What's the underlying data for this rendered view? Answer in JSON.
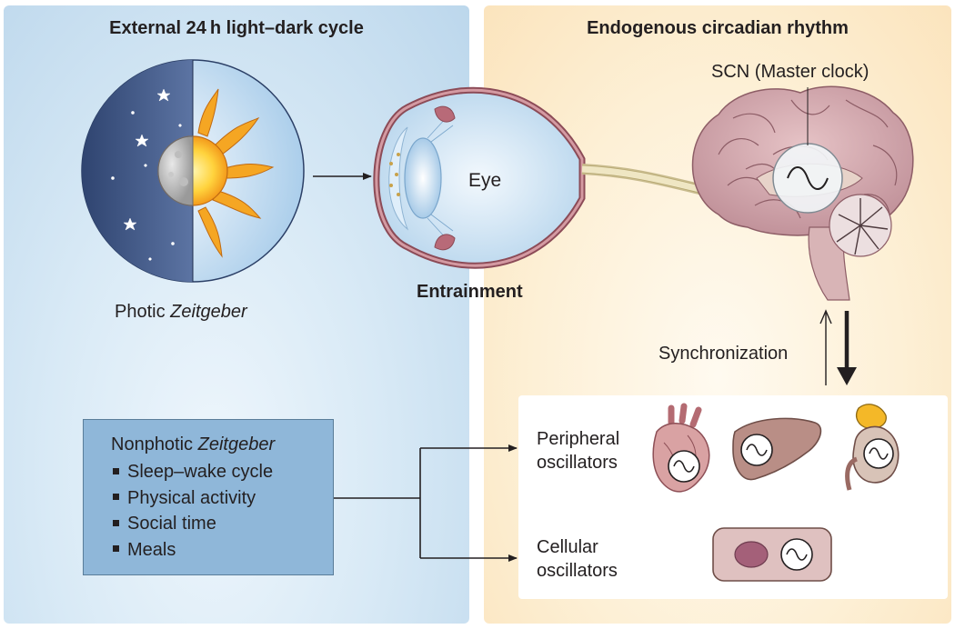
{
  "panels": {
    "left": {
      "title": "External 24 h light–dark cycle"
    },
    "right": {
      "title": "Endogenous circadian rhythm"
    }
  },
  "labels": {
    "photic_prefix": "Photic ",
    "photic_italic": "Zeitgeber",
    "eye": "Eye",
    "entrainment": "Entrainment",
    "scn": "SCN (Master clock)",
    "synchronization": "Synchronization"
  },
  "nonphotic": {
    "title_prefix": "Nonphotic ",
    "title_italic": "Zeitgeber",
    "items": [
      "Sleep–wake cycle",
      "Physical activity",
      "Social time",
      "Meals"
    ]
  },
  "oscillators": {
    "peripheral_line1": "Peripheral",
    "peripheral_line2": "oscillators",
    "cellular_line1": "Cellular",
    "cellular_line2": "oscillators"
  },
  "colors": {
    "left_panel": "#cfe3f3",
    "right_panel": "#fdecd0",
    "nonphotic_box": "#8fb7d9",
    "organ": "#b98e86",
    "brain": "#c9a0a8",
    "sun": "#f5a623",
    "night": "#3d5179"
  }
}
